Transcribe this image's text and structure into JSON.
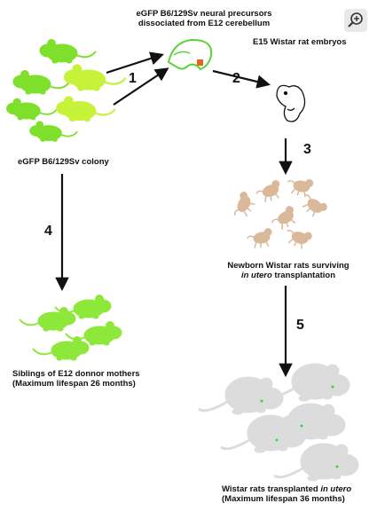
{
  "labels": {
    "precursors_line1": "eGFP B6/129Sv neural precursors",
    "precursors_line2": "dissociated from E12 cerebellum",
    "rat_embryos": "E15 Wistar rat embryos",
    "colony": "eGFP B6/129Sv colony",
    "newborn_line1": "Newborn Wistar rats surviving",
    "newborn_line2_em": "in utero",
    "newborn_line2_rest": " transplantation",
    "siblings_line1": "Siblings of E12 donnor mothers",
    "siblings_line2": "(Maximum lifespan 26 months)",
    "transplanted_line1_pre": "Wistar rats transplanted ",
    "transplanted_line1_em": "in utero",
    "transplanted_line2": "(Maximum lifespan 36 months)"
  },
  "steps": [
    "1",
    "2",
    "3",
    "4",
    "5"
  ],
  "icons": {
    "zoom": "zoom-in-icon"
  },
  "colors": {
    "mouse_green": "#7ee02a",
    "mouse_light_green": "#c6f23a",
    "rat_gray": "#d9d9d9",
    "pup_tan": "#d9b99a",
    "gfp_green": "#3ad13a",
    "graft_orange": "#e8641a"
  }
}
